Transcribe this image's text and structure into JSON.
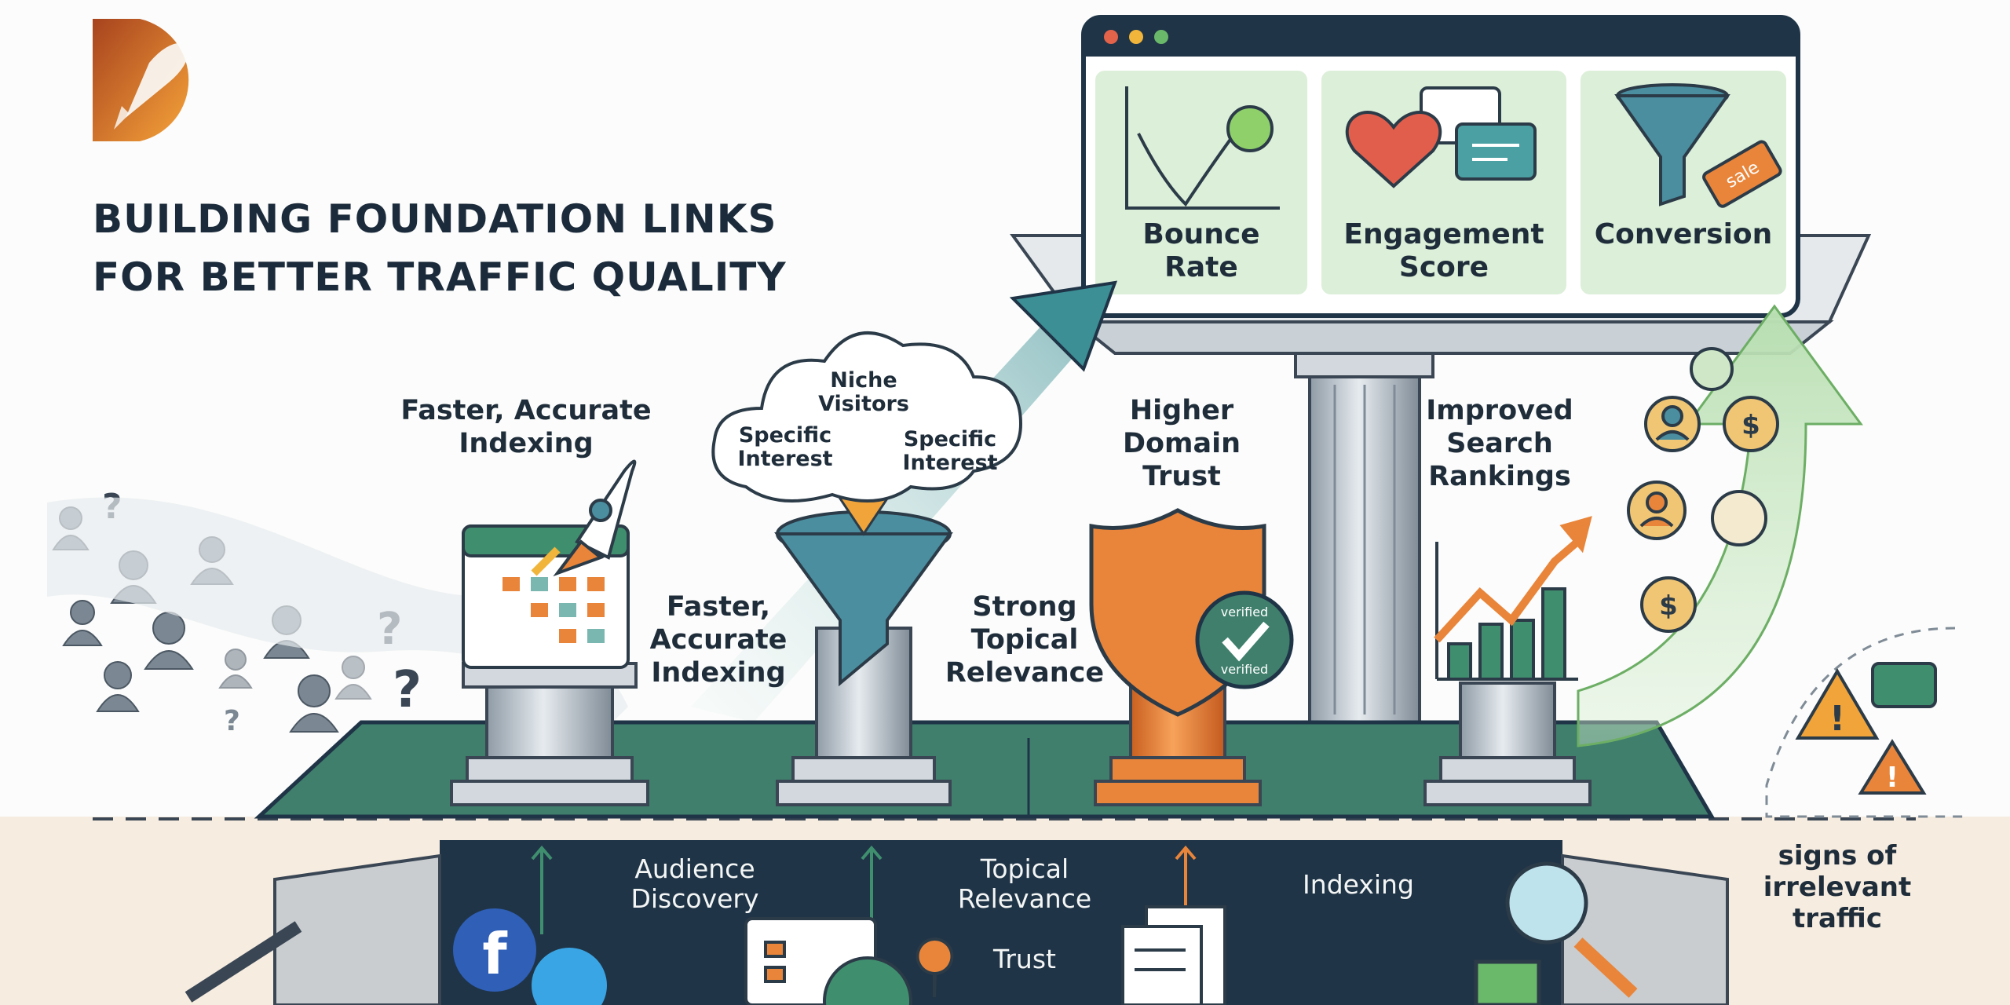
{
  "title": {
    "line1": "BUILDING FOUNDATION LINKS",
    "line2": "FOR BETTER TRAFFIC QUALITY"
  },
  "metrics_panel": {
    "items": [
      {
        "line1": "Bounce",
        "line2": "Rate",
        "icon": "bounce-chart-icon"
      },
      {
        "line1": "Engagement",
        "line2": "Score",
        "icon": "heart-chat-icon"
      },
      {
        "line1": "Conversion",
        "line2": "",
        "icon": "funnel-sale-icon"
      }
    ],
    "sale_tag": "sale"
  },
  "cloud": {
    "top_line1": "Niche",
    "top_line2": "Visitors",
    "left_line1": "Specific",
    "left_line2": "Interest",
    "right_line1": "Specific",
    "right_line2": "Interest"
  },
  "pillar_labels": {
    "indexing_top": {
      "line1": "Faster, Accurate",
      "line2": "Indexing"
    },
    "indexing_mid": {
      "line1": "Faster,",
      "line2": "Accurate",
      "line3": "Indexing"
    },
    "topical": {
      "line1": "Strong",
      "line2": "Topical",
      "line3": "Relevance"
    },
    "trust": {
      "line1": "Higher",
      "line2": "Domain",
      "line3": "Trust"
    },
    "rankings": {
      "line1": "Improved",
      "line2": "Search",
      "line3": "Rankings"
    }
  },
  "badge": {
    "text": "verified"
  },
  "foundation_labels": {
    "audience": {
      "line1": "Audience",
      "line2": "Discovery"
    },
    "topical": {
      "line1": "Topical",
      "line2": "Relevance"
    },
    "indexing": "Indexing",
    "trust": "Trust"
  },
  "warning_note": {
    "line1": "signs of",
    "line2": "irrelevant",
    "line3": "traffic"
  },
  "colors": {
    "navy": "#1f3447",
    "slab_green": "#3f7f6c",
    "panel_green": "#dcefd9",
    "orange": "#e9853a",
    "teal": "#4a8ea0",
    "sand": "#f6ece0"
  }
}
